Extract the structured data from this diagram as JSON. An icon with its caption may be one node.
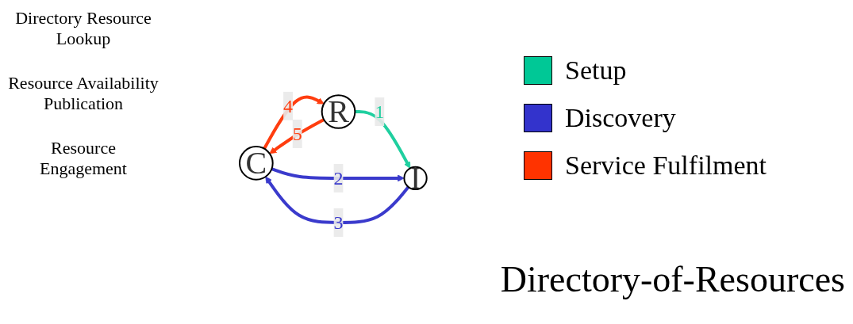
{
  "diagram": {
    "title": "Directory-of-Resources",
    "nodes": [
      {
        "text": [
          "C"
        ]
      },
      {
        "text": [
          "I"
        ]
      },
      {
        "text": [
          "R"
        ]
      }
    ],
    "edges": [
      {
        "from": 2,
        "to": 1,
        "arrow": "to",
        "label": "1",
        "color": "#1fcf9f"
      },
      {
        "from": 0,
        "to": 1,
        "arrow": "to",
        "label": "2",
        "color": "#3a3acc"
      },
      {
        "from": 1,
        "to": 0,
        "arrow": "to",
        "label": "3",
        "color": "#3a3acc"
      },
      {
        "from": 0,
        "to": 2,
        "arrow": "to",
        "label": "4",
        "color": "#ff3d0f"
      },
      {
        "from": 2,
        "to": 0,
        "arrow": "to",
        "label": "5",
        "color": "#ff3d0f"
      }
    ],
    "labels": [
      "Directory Resource Lookup",
      "Resource Availability Publication",
      "Resource Engagement"
    ],
    "legend": [
      {
        "text": "Setup",
        "color": "#00c896"
      },
      {
        "text": "Discovery",
        "color": "#3333cc"
      },
      {
        "text": "Service Fulfilment",
        "color": "#ff3300"
      }
    ]
  }
}
